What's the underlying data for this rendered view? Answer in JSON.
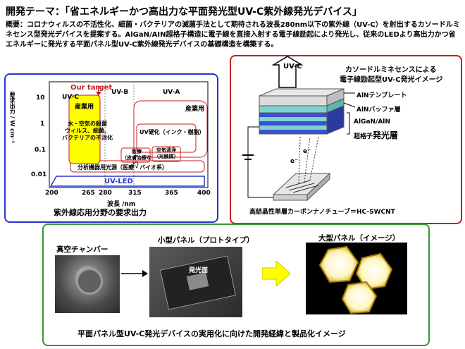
{
  "title": "開発テーマ：「省エネルギーかつ高出力な平面発光型UV-C紫外線発光デバイス」",
  "summary": {
    "label": "概要：",
    "text": "コロナウィルスの不活性化、細菌・バクテリアの滅菌手法として期待される波長280nm以下の紫外線（UV-C）を射出するカソードルミネセンス型発光デバイスを提案する。AlGaN/AIN超格子構造に電子線を直接入射する電子線励起により発光し、従来のLEDより高出力かつ省エネルギーに発光する平面パネル型UV-C紫外線発光デバイスの基礎構造を構築する。"
  },
  "chart": {
    "ylabel": "要求出力 / W cm⁻²",
    "xlabel": "波長 /nm",
    "x_ticks": [
      "200",
      "265",
      "280",
      "315",
      "365",
      "400"
    ],
    "y_ticks": [
      "10",
      "1",
      "0.1",
      "0.01"
    ],
    "bands": [
      "UV-C",
      "UV-B",
      "UV-A"
    ],
    "our_target": "Our target",
    "regions": {
      "industrial_c": "産業用",
      "industrial_a": "産業用",
      "sterilization": "水・空気の殺菌\nウィルス、細菌、\nバクテリアの不活化",
      "curing": "UV硬化（インク・樹脂）",
      "medical": "医療\n（皮膚治療など）",
      "air": "空気清浄\n（光触媒）",
      "analysis": "分析機器用光源（医療・バイオ系）",
      "uvled": "UV-LED"
    },
    "caption": "紫外線応用分野の要求出力"
  },
  "chart_data": {
    "type": "other",
    "xlabel": "波長 /nm",
    "ylabel": "要求出力 / W cm⁻²",
    "x_ticks": [
      200,
      265,
      280,
      315,
      365,
      400
    ],
    "y_ticks": [
      10,
      1,
      0.1,
      0.01
    ],
    "yscale": "log",
    "bands": [
      {
        "name": "UV-C",
        "range": [
          200,
          280
        ]
      },
      {
        "name": "UV-B",
        "range": [
          280,
          315
        ]
      },
      {
        "name": "UV-A",
        "range": [
          315,
          400
        ]
      }
    ]
  },
  "device": {
    "uvc": "UV-C",
    "title_line1": "カソードルミネセンスによる",
    "title_line2": "電子線励起型UV-C発光イメージ",
    "template": "AlNテンプレート",
    "buffer": "AlNバッファ層",
    "sl_line1": "AlGaN/AlN",
    "sl_line2_small": "超格子",
    "sl_line2_big": "発光層",
    "electron": "e⁻",
    "cnt": "高結晶性単層カーボンナノチューブ＝HC-SWCNT"
  },
  "roadmap": {
    "chamber": "真空チャンバー",
    "small": "小型パネル（プロトタイプ）",
    "large": "大型パネル（イメージ）",
    "emit": "発光面",
    "caption": "平面パネル型UV-C発光デバイスの実用化に向けた開発経緯と製品化イメージ"
  },
  "colors": {
    "blue": "#2636c8",
    "red": "#c81e1e",
    "green": "#2f9a2f",
    "target": "#ffff00"
  }
}
